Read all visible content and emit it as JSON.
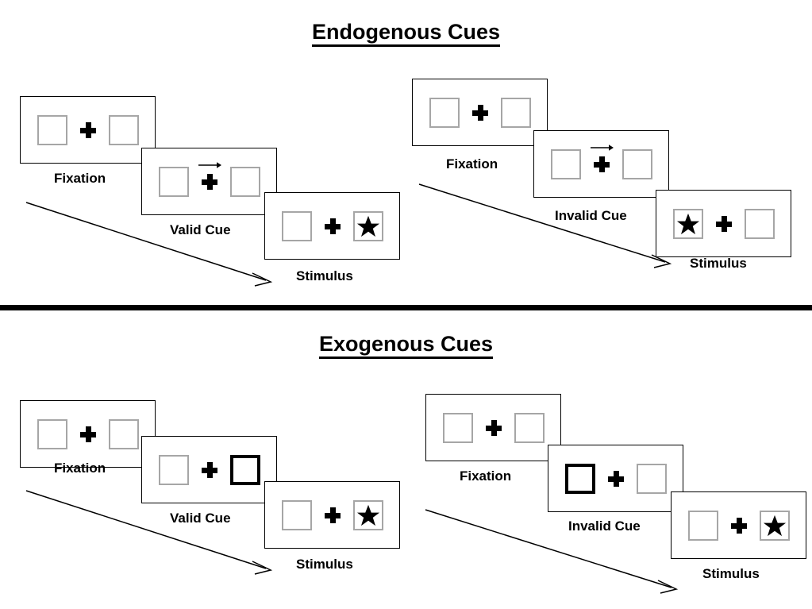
{
  "document": {
    "type": "diagram",
    "description": "Posner cueing paradigm schematic showing endogenous and exogenous cue trial sequences"
  },
  "sections": [
    {
      "id": "endogenous",
      "title": "Endogenous Cues",
      "panels": [
        {
          "id": "endogenous-valid",
          "validity": "valid",
          "frames": [
            {
              "caption": "Fixation",
              "left_box": {
                "bold": false,
                "star": false
              },
              "right_box": {
                "bold": false,
                "star": false
              },
              "cue_arrow": false
            },
            {
              "caption": "Valid Cue",
              "left_box": {
                "bold": false,
                "star": false
              },
              "right_box": {
                "bold": false,
                "star": false
              },
              "cue_arrow": true,
              "cue_direction": "right"
            },
            {
              "caption": "Stimulus",
              "left_box": {
                "bold": false,
                "star": false
              },
              "right_box": {
                "bold": false,
                "star": true
              },
              "cue_arrow": false
            }
          ]
        },
        {
          "id": "endogenous-invalid",
          "validity": "invalid",
          "frames": [
            {
              "caption": "Fixation",
              "left_box": {
                "bold": false,
                "star": false
              },
              "right_box": {
                "bold": false,
                "star": false
              },
              "cue_arrow": false
            },
            {
              "caption": "Invalid Cue",
              "left_box": {
                "bold": false,
                "star": false
              },
              "right_box": {
                "bold": false,
                "star": false
              },
              "cue_arrow": true,
              "cue_direction": "right"
            },
            {
              "caption": "Stimulus",
              "left_box": {
                "bold": false,
                "star": true
              },
              "right_box": {
                "bold": false,
                "star": false
              },
              "cue_arrow": false
            }
          ]
        }
      ]
    },
    {
      "id": "exogenous",
      "title": "Exogenous Cues",
      "panels": [
        {
          "id": "exogenous-valid",
          "validity": "valid",
          "frames": [
            {
              "caption": "Fixation",
              "left_box": {
                "bold": false,
                "star": false
              },
              "right_box": {
                "bold": false,
                "star": false
              },
              "cue_arrow": false
            },
            {
              "caption": "Valid Cue",
              "left_box": {
                "bold": false,
                "star": false
              },
              "right_box": {
                "bold": true,
                "star": false
              },
              "cue_arrow": false
            },
            {
              "caption": "Stimulus",
              "left_box": {
                "bold": false,
                "star": false
              },
              "right_box": {
                "bold": false,
                "star": true
              },
              "cue_arrow": false
            }
          ]
        },
        {
          "id": "exogenous-invalid",
          "validity": "invalid",
          "frames": [
            {
              "caption": "Fixation",
              "left_box": {
                "bold": false,
                "star": false
              },
              "right_box": {
                "bold": false,
                "star": false
              },
              "cue_arrow": false
            },
            {
              "caption": "Invalid Cue",
              "left_box": {
                "bold": true,
                "star": false
              },
              "right_box": {
                "bold": false,
                "star": false
              },
              "cue_arrow": false
            },
            {
              "caption": "Stimulus",
              "left_box": {
                "bold": false,
                "star": false
              },
              "right_box": {
                "bold": false,
                "star": true
              },
              "cue_arrow": false
            }
          ]
        }
      ]
    }
  ],
  "icons": {
    "fixation_cross": "plus-cross-icon",
    "target_star": "black-star-icon",
    "cue_arrow": "arrow-right-icon",
    "sequence_arrow": "diagonal-arrow-icon"
  },
  "colors": {
    "ink": "#000000",
    "box_outline": "#a6a6a6",
    "frame_outline": "#000000",
    "background": "#ffffff"
  }
}
